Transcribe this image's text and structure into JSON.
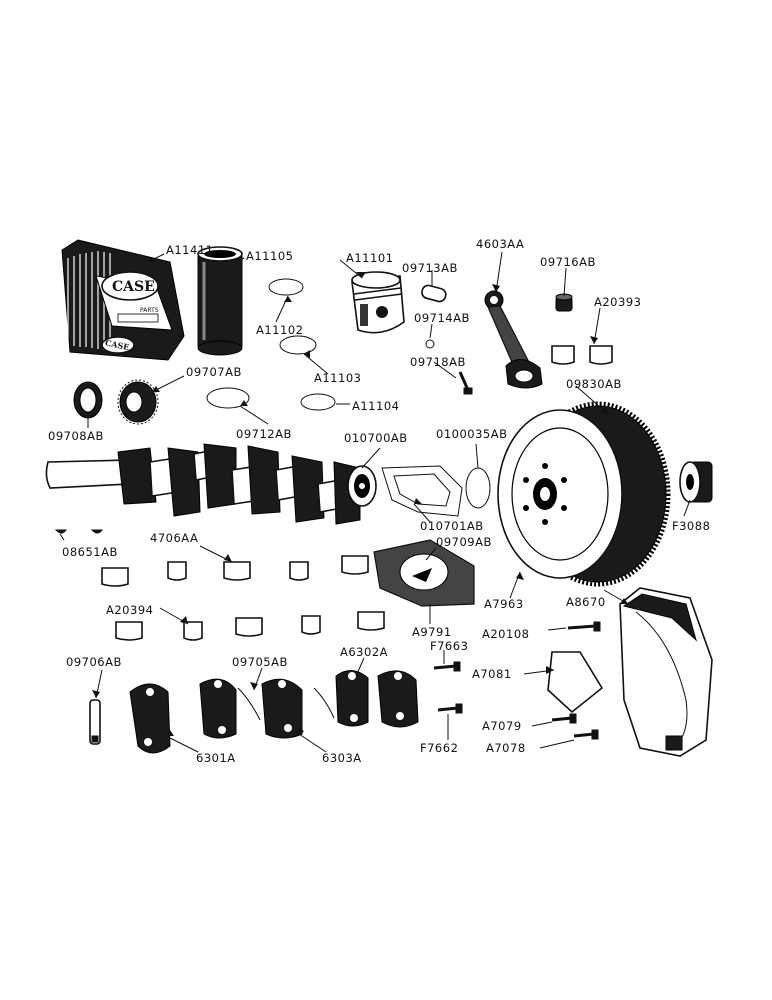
{
  "labels": {
    "a11411": "A11411",
    "a11105": "A11105",
    "a11101": "A11101",
    "p09713ab": "09713AB",
    "p4603aa": "4603AA",
    "p09716ab": "09716AB",
    "a20393": "A20393",
    "a11102": "A11102",
    "p09714ab": "09714AB",
    "a11103": "A11103",
    "p09718ab": "09718AB",
    "p09707ab": "09707AB",
    "p09830ab": "09830AB",
    "a11104": "A11104",
    "p09708ab": "09708AB",
    "p09712ab": "09712AB",
    "p010700ab": "010700AB",
    "p0100035ab": "0100035AB",
    "p010701ab": "010701AB",
    "f3088": "F3088",
    "p08651ab": "08651AB",
    "p4706aa": "4706AA",
    "p09709ab": "09709AB",
    "a7963": "A7963",
    "a8670": "A8670",
    "a20394": "A20394",
    "a9791": "A9791",
    "a20108": "A20108",
    "f7663": "F7663",
    "a6302a": "A6302A",
    "p09706ab": "09706AB",
    "p09705ab": "09705AB",
    "a7081": "A7081",
    "a7079": "A7079",
    "a7078": "A7078",
    "f7662": "F7662",
    "p6301a": "6301A",
    "p6303a": "6303A"
  },
  "box_print": {
    "brand": "CASE",
    "sub": "PARTS",
    "side_brand": "CASE"
  }
}
